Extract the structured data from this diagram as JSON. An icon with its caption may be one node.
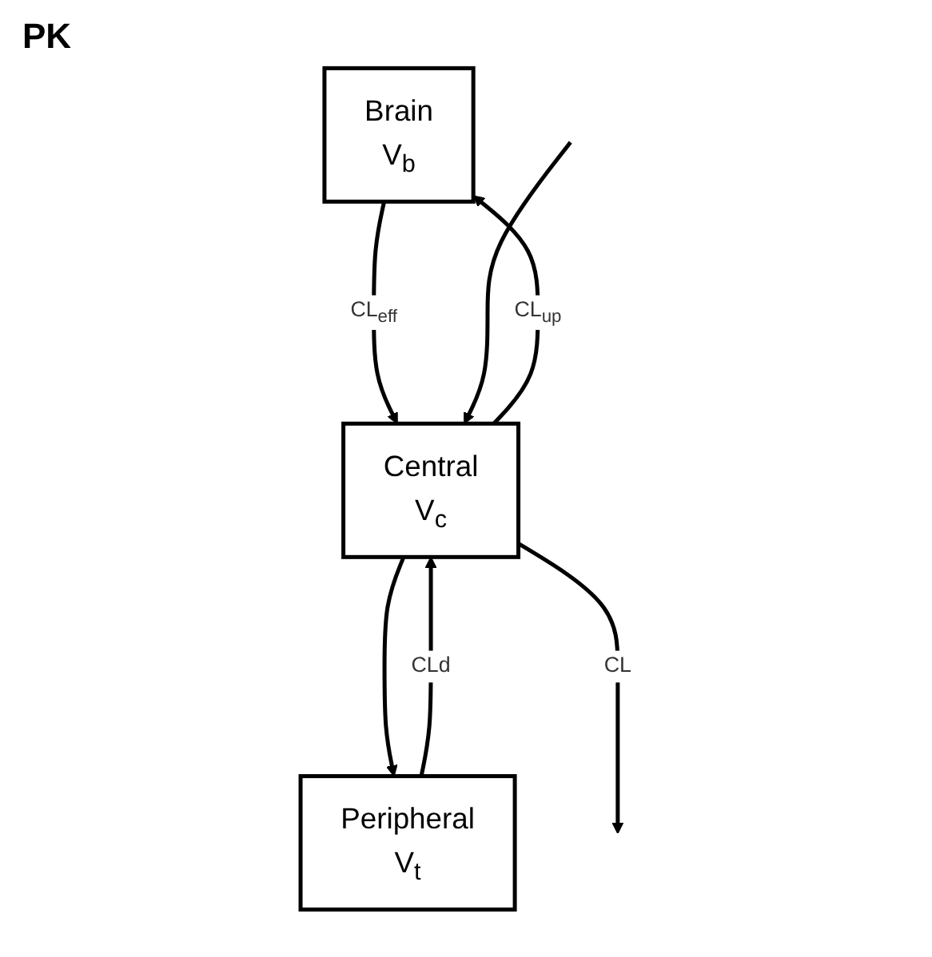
{
  "diagram": {
    "title": "PK",
    "nodes": [
      {
        "text": [
          "Brain",
          "V$_{b}$"
        ]
      },
      {
        "text": [
          "Central",
          "V$_{c}$"
        ]
      },
      {
        "text": [
          "Peripheral",
          "V$_{t}$"
        ]
      }
    ],
    "edges": [
      {
        "from": 1,
        "to": 0,
        "arrow": "to",
        "label": "CL$_{up}$"
      },
      {
        "from": 0,
        "to": 1,
        "arrow": "to",
        "label": "CL$_{eff}$"
      },
      {
        "from": null,
        "to": 1,
        "arrow": "to"
      },
      {
        "from": 1,
        "to": 2,
        "arrow": "to"
      },
      {
        "from": 2,
        "to": 1,
        "arrow": "to",
        "label": "CLd"
      },
      {
        "from": 1,
        "to": null,
        "arrow": "to",
        "label": "CL"
      }
    ]
  }
}
